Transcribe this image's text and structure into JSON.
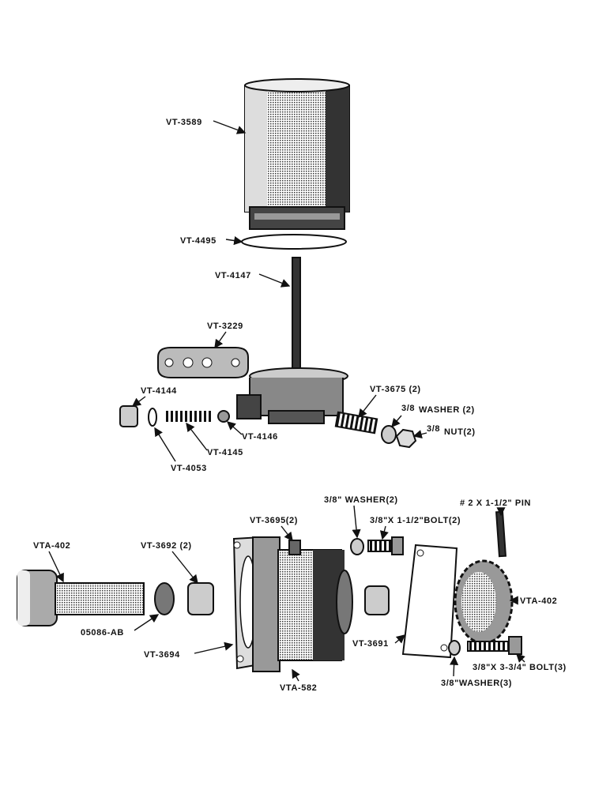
{
  "labels": {
    "filter_element": "VT-3589",
    "filter_gasket": "VT-4495",
    "center_stud": "VT-4147",
    "base_gasket": "VT-3229",
    "plug": "VT-4144",
    "plug_gasket": "VT-4053",
    "spring": "VT-4145",
    "ball": "VT-4146",
    "stud": "VT-3675 (2)",
    "washer_top_frac": "3/8",
    "washer_top": "WASHER (2)",
    "nut_frac": "3/8",
    "nut": "NUT(2)",
    "pin": "# 2 X 1-1/2\" PIN",
    "washer_mid": "3/8\" WASHER(2)",
    "bolt_short": "3/8\"X 1-1/2\"BOLT(2)",
    "spacer": "VT-3695(2)",
    "bushing": "VT-3692 (2)",
    "shaft": "VTA-402",
    "gear": "VTA-402",
    "seal": "05086-AB",
    "gasket_left": "VT-3694",
    "housing": "VTA-582",
    "gasket_right": "VT-3691",
    "bolt_long": "3/8\"X 3-3/4\" BOLT(3)",
    "washer_bottom": "3/8\"WASHER(3)"
  }
}
